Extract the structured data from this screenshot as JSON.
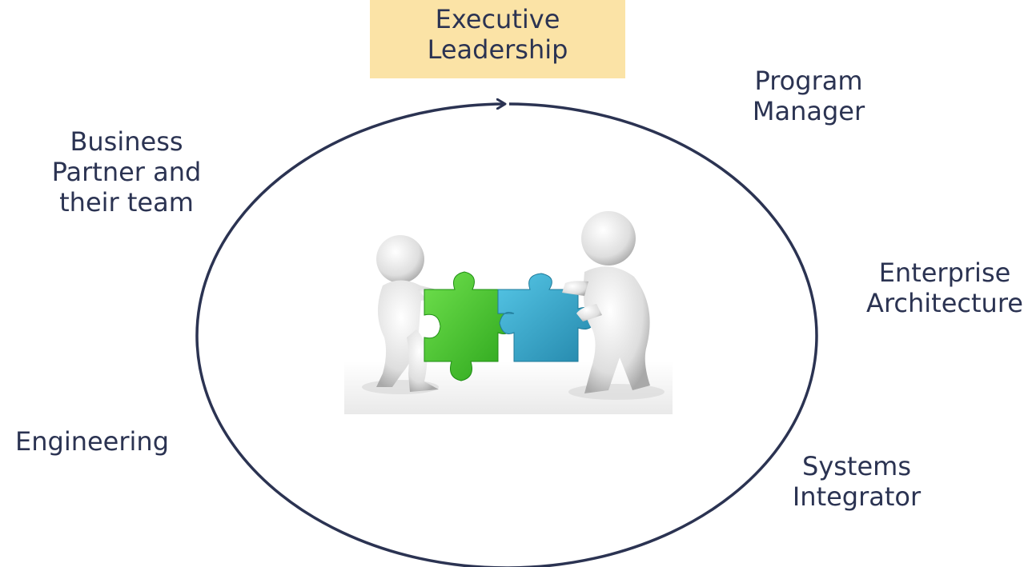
{
  "roles": {
    "executive": [
      "Executive",
      "Leadership"
    ],
    "program_manager": [
      "Program",
      "Manager"
    ],
    "business_partner": [
      "Business",
      "Partner and",
      "their team"
    ],
    "enterprise_architecture": [
      "Enterprise",
      "Architecture"
    ],
    "engineering": [
      "Engineering"
    ],
    "systems_integrator": [
      "Systems",
      "Integrator"
    ]
  },
  "colors": {
    "text": "#2b3352",
    "cycle": "#2b3352",
    "executive_box": "#fbe3a6",
    "puzzle_left": "#3fc42a",
    "puzzle_right": "#3aa9cc",
    "figure": "#dcdcdc"
  },
  "center_image": {
    "icon": "two-figures-joining-puzzle-pieces"
  }
}
